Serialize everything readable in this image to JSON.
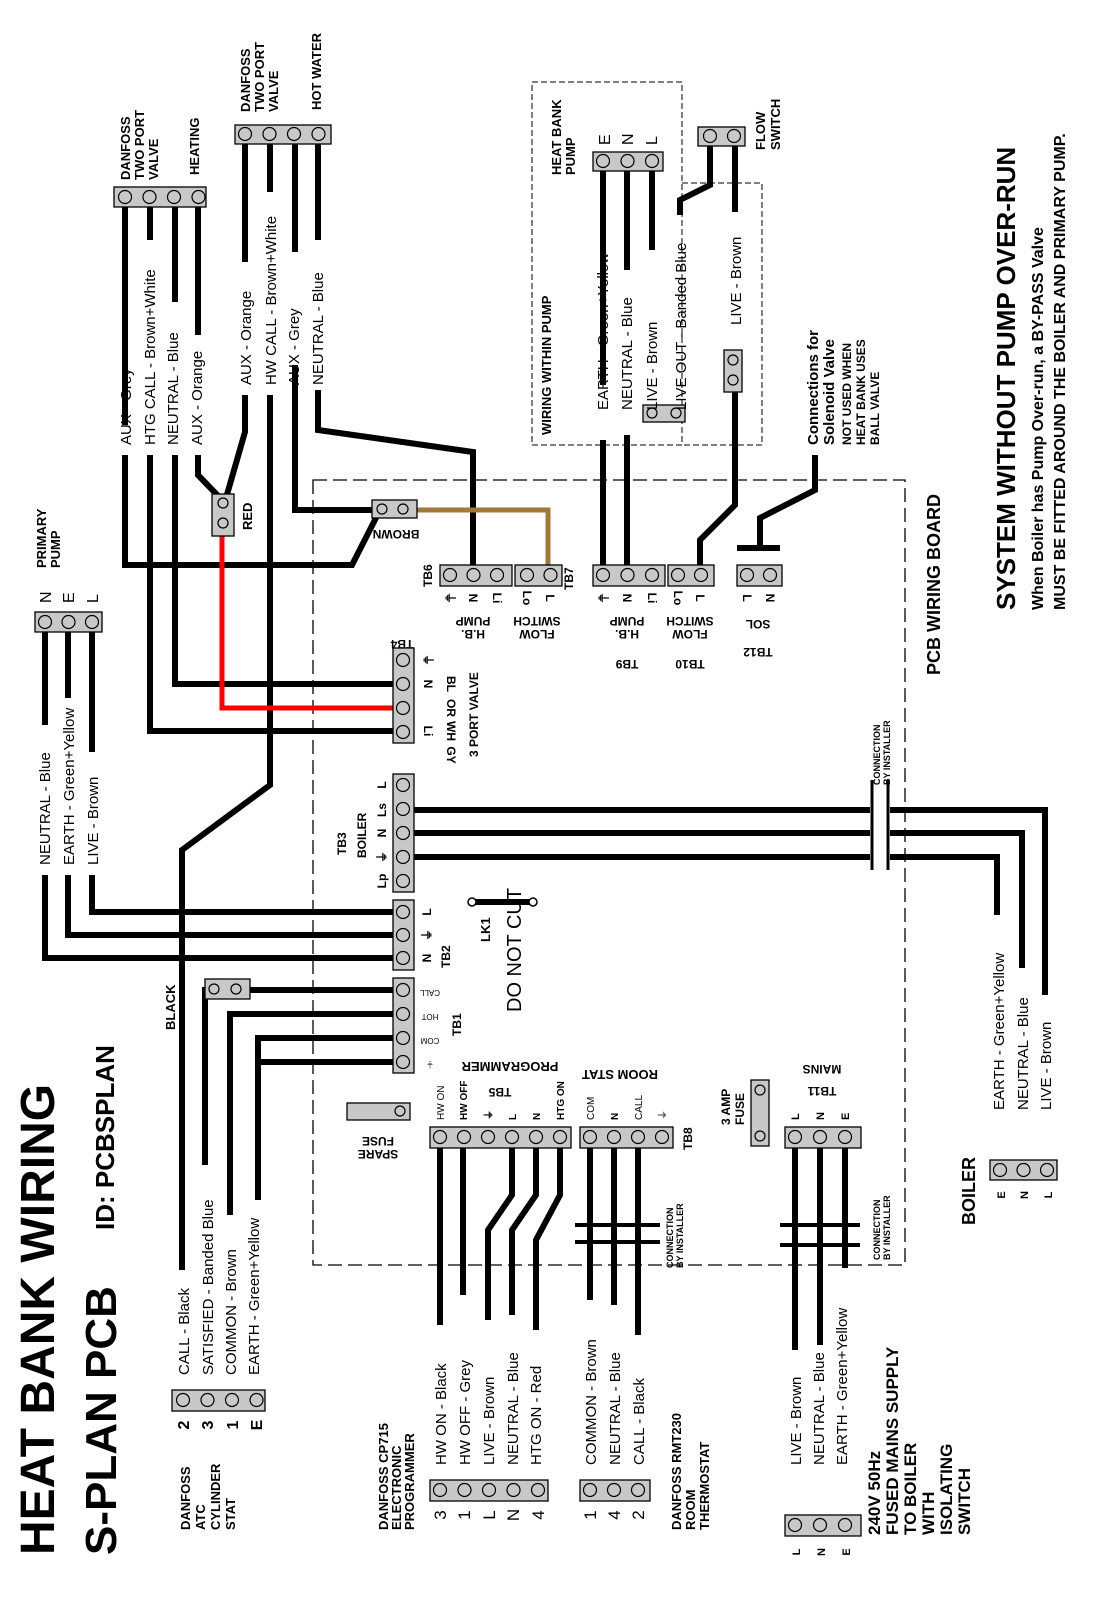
{
  "title": {
    "line1": "HEAT BANK WIRING",
    "line2": "S-PLAN PCB",
    "id": "ID: PCBSPLAN"
  },
  "notes": {
    "heading": "SYSTEM WITHOUT PUMP OVER-RUN",
    "line1": "When Boiler has Pump Over-run, a BY-PASS Valve",
    "line2": "MUST BE FITTED AROUND THE BOILER AND PRIMARY PUMP."
  },
  "pcb": {
    "title": "PCB WIRING BOARD",
    "tb1": "TB1",
    "tb1_terms": [
      "CALL",
      "HOT",
      "COM",
      "⏚"
    ],
    "tb2": "TB2",
    "tb2_terms": [
      "L",
      "⏚",
      "N"
    ],
    "tb3": "TB3",
    "tb3_name": "BOILER",
    "tb3_terms": [
      "L",
      "Ls",
      "N",
      "⏚",
      "Lp"
    ],
    "tb4": "TB4",
    "tb4_name": "3 PORT VALVE",
    "tb4_terms": [
      "⏚",
      "N",
      "",
      "Li"
    ],
    "tb4_colours": [
      "BL",
      "OR",
      "WH",
      "GY"
    ],
    "tb5": "TB5",
    "tb5_name": "PROGRAMMER",
    "tb5_terms": [
      "HW ON",
      "HW OFF",
      "⏚",
      "L",
      "N",
      "HTG ON"
    ],
    "tb6": "TB6",
    "tb7": "TB7",
    "tb9": "TB9",
    "tb10": "TB10",
    "tb12": "TB12",
    "pump_terms": [
      "⏚",
      "N",
      "Li"
    ],
    "switch_terms": [
      "Lo",
      "L"
    ],
    "sol_terms": [
      "L",
      "N"
    ],
    "hb": "H.B.",
    "pump": "PUMP",
    "flow": "FLOW",
    "switch": "SWITCH",
    "sol": "SOL",
    "tb8": "TB8",
    "tb8_name": "ROOM STAT",
    "tb8_terms": [
      "COM",
      "N",
      "CALL",
      "⏚"
    ],
    "tb11": "TB11",
    "tb11_name": "MAINS",
    "tb11_terms": [
      "L",
      "N",
      "E"
    ],
    "lk1": "LK1",
    "do_not_cut": "DO NOT CUT",
    "spare_fuse_1": "SPARE",
    "spare_fuse_2": "FUSE",
    "fuse_1": "3 AMP",
    "fuse_2": "FUSE",
    "brown": "BROWN",
    "red": "RED",
    "black": "BLACK",
    "connection_1": "CONNECTION",
    "connection_2": "BY INSTALLER"
  },
  "primary_pump": {
    "name_1": "PRIMARY",
    "name_2": "PUMP",
    "terms": [
      "N",
      "E",
      "L"
    ],
    "wires": [
      "NEUTRAL - Blue",
      "EARTH - Green+Yellow",
      "LIVE - Brown"
    ]
  },
  "heating_valve": {
    "name_1": "DANFOSS",
    "name_2": "TWO PORT",
    "name_3": "VALVE",
    "use": "HEATING",
    "wires": [
      "AUX - Grey",
      "HTG CALL - Brown+White",
      "NEUTRAL - Blue",
      "AUX - Orange"
    ]
  },
  "hw_valve": {
    "name_1": "DANFOSS",
    "name_2": "TWO PORT",
    "name_3": "VALVE",
    "use": "HOT WATER",
    "wires": [
      "AUX - Orange",
      "HW CALL - Brown+White",
      "AUX - Grey",
      "NEUTRAL - Blue"
    ]
  },
  "heat_bank_pump": {
    "name_1": "HEAT BANK",
    "name_2": "PUMP",
    "terms": [
      "E",
      "N",
      "L"
    ],
    "internal": "WIRING WITHIN PUMP",
    "wires": [
      "EARTH - Green+Yellow",
      "NEUTRAL - Blue",
      "LIVE - Brown",
      "LIVE OUT - Banded Blue"
    ]
  },
  "flow_switch": {
    "name_1": "FLOW",
    "name_2": "SWITCH",
    "wire": "LIVE - Brown"
  },
  "solenoid": {
    "line1": "Connections for",
    "line2": "Solenoid Valve",
    "line3": "NOT USED WHEN",
    "line4": "HEAT BANK USES",
    "line5": "BALL VALVE"
  },
  "cylinder_stat": {
    "name": [
      "DANFOSS",
      "ATC",
      "CYLINDER",
      "STAT"
    ],
    "terms": [
      "2",
      "3",
      "1",
      "E"
    ],
    "wires": [
      "CALL - Black",
      "SATISFIED - Banded Blue",
      "COMMON - Brown",
      "EARTH - Green+Yellow"
    ]
  },
  "programmer": {
    "name": [
      "DANFOSS CP715",
      "ELECTRONIC",
      "PROGRAMMER"
    ],
    "terms": [
      "3",
      "1",
      "L",
      "N",
      "4"
    ],
    "wires": [
      "HW ON - Black",
      "HW OFF - Grey",
      "LIVE - Brown",
      "NEUTRAL - Blue",
      "HTG ON - Red"
    ]
  },
  "room_stat": {
    "name": [
      "DANFOSS RMT230",
      "ROOM",
      "THERMOSTAT"
    ],
    "terms": [
      "1",
      "4",
      "2"
    ],
    "wires": [
      "COMMON - Brown",
      "NEUTRAL - Blue",
      "CALL - Black"
    ]
  },
  "mains": {
    "name": [
      "240V 50Hz",
      "FUSED MAINS SUPPLY",
      "TO BOILER",
      "WITH",
      "ISOLATING",
      "SWITCH"
    ],
    "terms": [
      "L",
      "N",
      "E"
    ],
    "wires": [
      "LIVE - Brown",
      "NEUTRAL - Blue",
      "EARTH - Green+Yellow"
    ]
  },
  "boiler": {
    "name": "BOILER",
    "terms": [
      "E",
      "N",
      "L"
    ],
    "wires": [
      "EARTH - Green+Yellow",
      "NEUTRAL - Blue",
      "LIVE - Brown"
    ]
  },
  "colors": {
    "wire": "#000000",
    "brown_link": "#a07838",
    "red_link": "#ff0000",
    "block": "#c8c8c8"
  }
}
